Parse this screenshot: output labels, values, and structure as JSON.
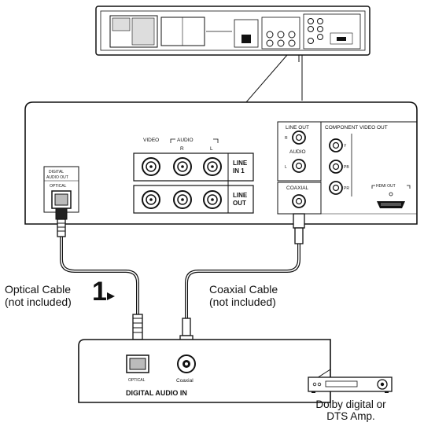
{
  "player_panel": {
    "video_label": "VIDEO",
    "audio_label": "AUDIO",
    "audio_r": "R",
    "audio_l": "L",
    "line_in_label_1": "LINE",
    "line_in_label_2": "IN 1",
    "line_out_label_1": "LINE",
    "line_out_label_2": "OUT",
    "digital_audio_out_1": "DIGITAL",
    "digital_audio_out_2": "AUDIO OUT",
    "optical_label": "OPTICAL",
    "line_out_group": "LINE OUT",
    "audio_group": "AUDIO",
    "r_label": "R",
    "l_label": "L",
    "coaxial_label": "COAXIAL",
    "component_video_out": "COMPONENT VIDEO OUT",
    "y_label": "Y",
    "pb_label": "PB",
    "pr_label": "PR",
    "hdmi_out": "HDMI OUT"
  },
  "cables": {
    "optical_1": "Optical Cable",
    "optical_2": "(not included)",
    "coaxial_1": "Coaxial Cable",
    "coaxial_2": "(not included)"
  },
  "step_number": "1",
  "amp_panel": {
    "optical_label": "OPTICAL",
    "coaxial_label": "Coaxial",
    "digital_audio_in": "DIGITAL AUDIO IN"
  },
  "amp_caption": {
    "line1": "Dolby digital or",
    "line2": "DTS Amp."
  }
}
